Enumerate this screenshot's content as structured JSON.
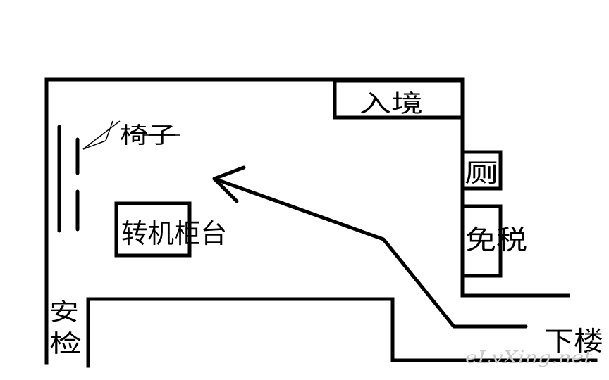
{
  "labels": {
    "entry": "入境",
    "chair": "椅子",
    "transfer_desk": "转机柜台",
    "restroom": "厕",
    "duty_free": "免税",
    "security": "安检",
    "descend": "下楼"
  },
  "watermark": "eLvXing.net",
  "colors": {
    "stroke": "#000000",
    "background": "#ffffff",
    "watermark": "#c9c9c9"
  }
}
